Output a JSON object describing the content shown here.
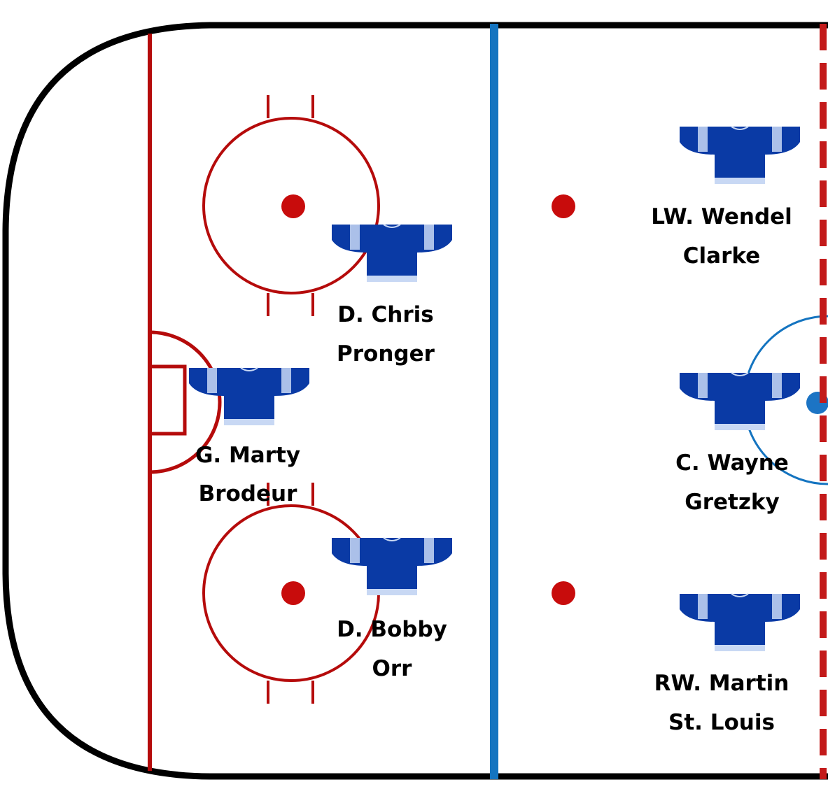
{
  "colors": {
    "boards": "#000000",
    "ice": "#ffffff",
    "red_line": "#b50b0b",
    "blue_line": "#1474c0",
    "center_line": "#c31a1a",
    "jersey_body": "#0a3aa5",
    "jersey_stripe": "#c8d8f4",
    "faceoff_dot": "#c80c0c",
    "center_dot": "#1c74c4"
  },
  "players": [
    {
      "id": "lw",
      "line1": "LW. Wendel",
      "line2": "Clarke"
    },
    {
      "id": "d1",
      "line1": "D. Chris",
      "line2": "Pronger"
    },
    {
      "id": "g",
      "line1": "G. Marty",
      "line2": "Brodeur"
    },
    {
      "id": "c",
      "line1": "C. Wayne",
      "line2": "Gretzky"
    },
    {
      "id": "d2",
      "line1": "D. Bobby",
      "line2": "Orr"
    },
    {
      "id": "rw",
      "line1": "RW. Martin",
      "line2": "St. Louis"
    }
  ],
  "icons": {
    "jersey": "hockey-jersey-icon"
  }
}
